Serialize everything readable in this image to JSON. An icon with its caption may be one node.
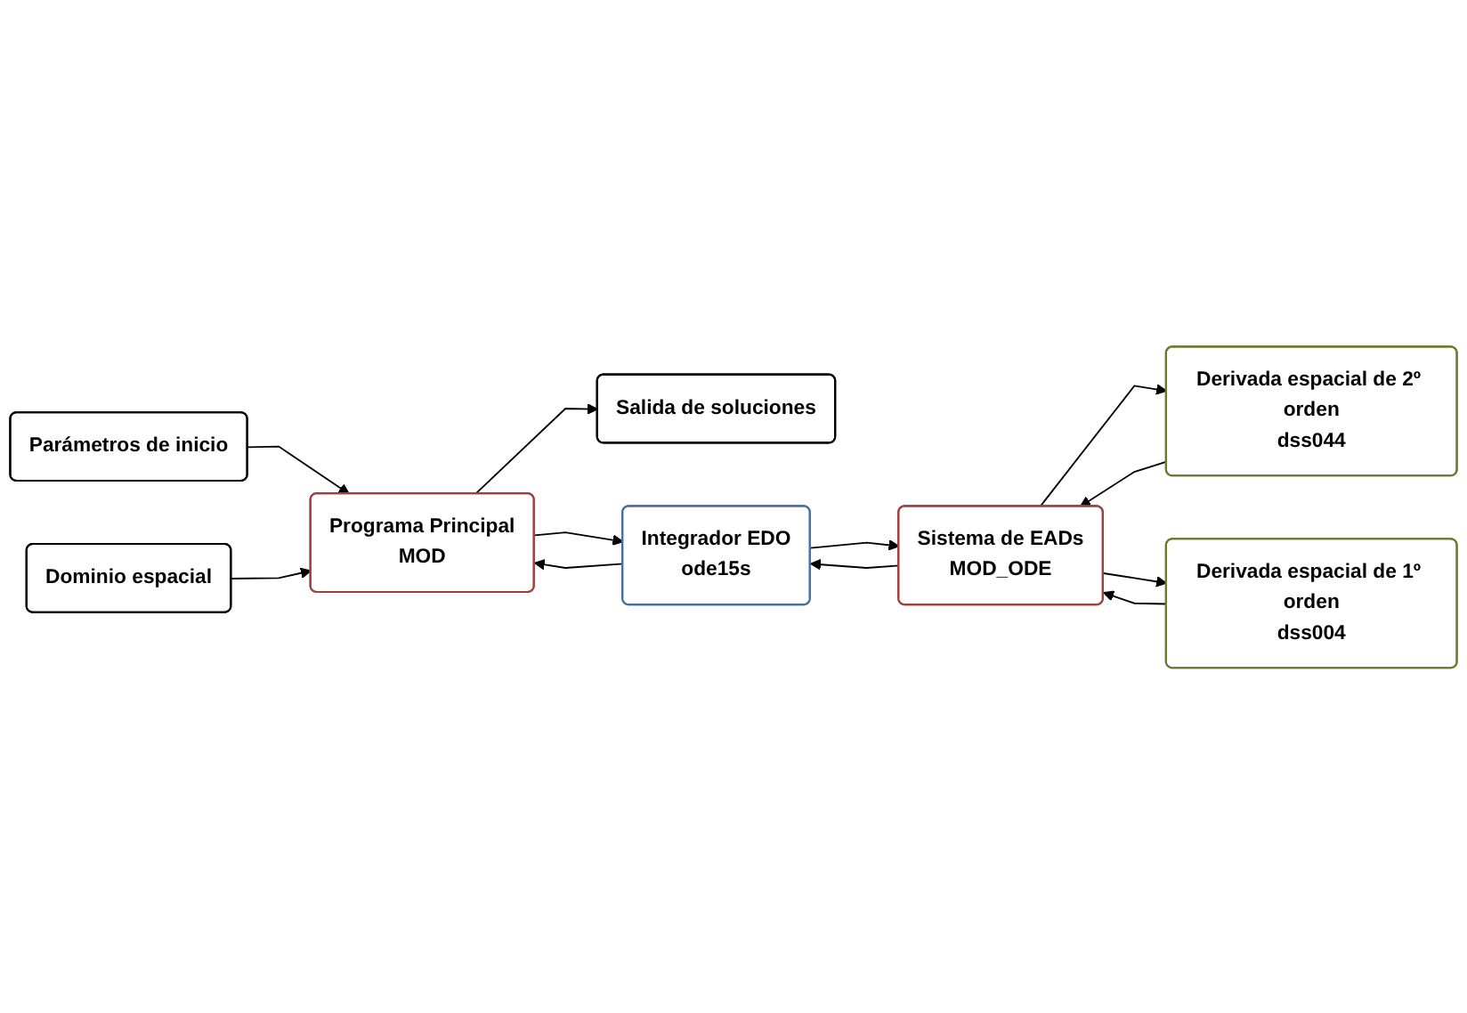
{
  "diagram": {
    "nodes": [
      {
        "text": [
          "Parámetros de inicio"
        ]
      },
      {
        "text": [
          "Dominio espacial"
        ]
      },
      {
        "text": [
          "Programa Principal",
          "MOD"
        ]
      },
      {
        "text": [
          "Salida de soluciones"
        ]
      },
      {
        "text": [
          "Integrador EDO",
          "ode15s"
        ]
      },
      {
        "text": [
          "Derivada espacial de 2º orden",
          "dss044"
        ]
      },
      {
        "text": [
          "Sistema de EADs",
          "MOD_ODE"
        ]
      },
      {
        "text": [
          "Derivada espacial de 1º orden",
          "dss004"
        ]
      }
    ],
    "edges": [
      {
        "from": 0,
        "to": 2,
        "arrow": "to"
      },
      {
        "from": 1,
        "to": 2,
        "arrow": "to"
      },
      {
        "from": 2,
        "to": 3,
        "arrow": "to"
      },
      {
        "from": 2,
        "to": 4,
        "arrow": "to"
      },
      {
        "from": 4,
        "to": 2,
        "arrow": "to"
      },
      {
        "from": 4,
        "to": 6,
        "arrow": "to"
      },
      {
        "from": 6,
        "to": 4,
        "arrow": "to"
      },
      {
        "from": 6,
        "to": 5,
        "arrow": "to"
      },
      {
        "from": 5,
        "to": 6,
        "arrow": "to"
      },
      {
        "from": 6,
        "to": 7,
        "arrow": "to"
      },
      {
        "from": 7,
        "to": 6,
        "arrow": "to"
      }
    ]
  }
}
